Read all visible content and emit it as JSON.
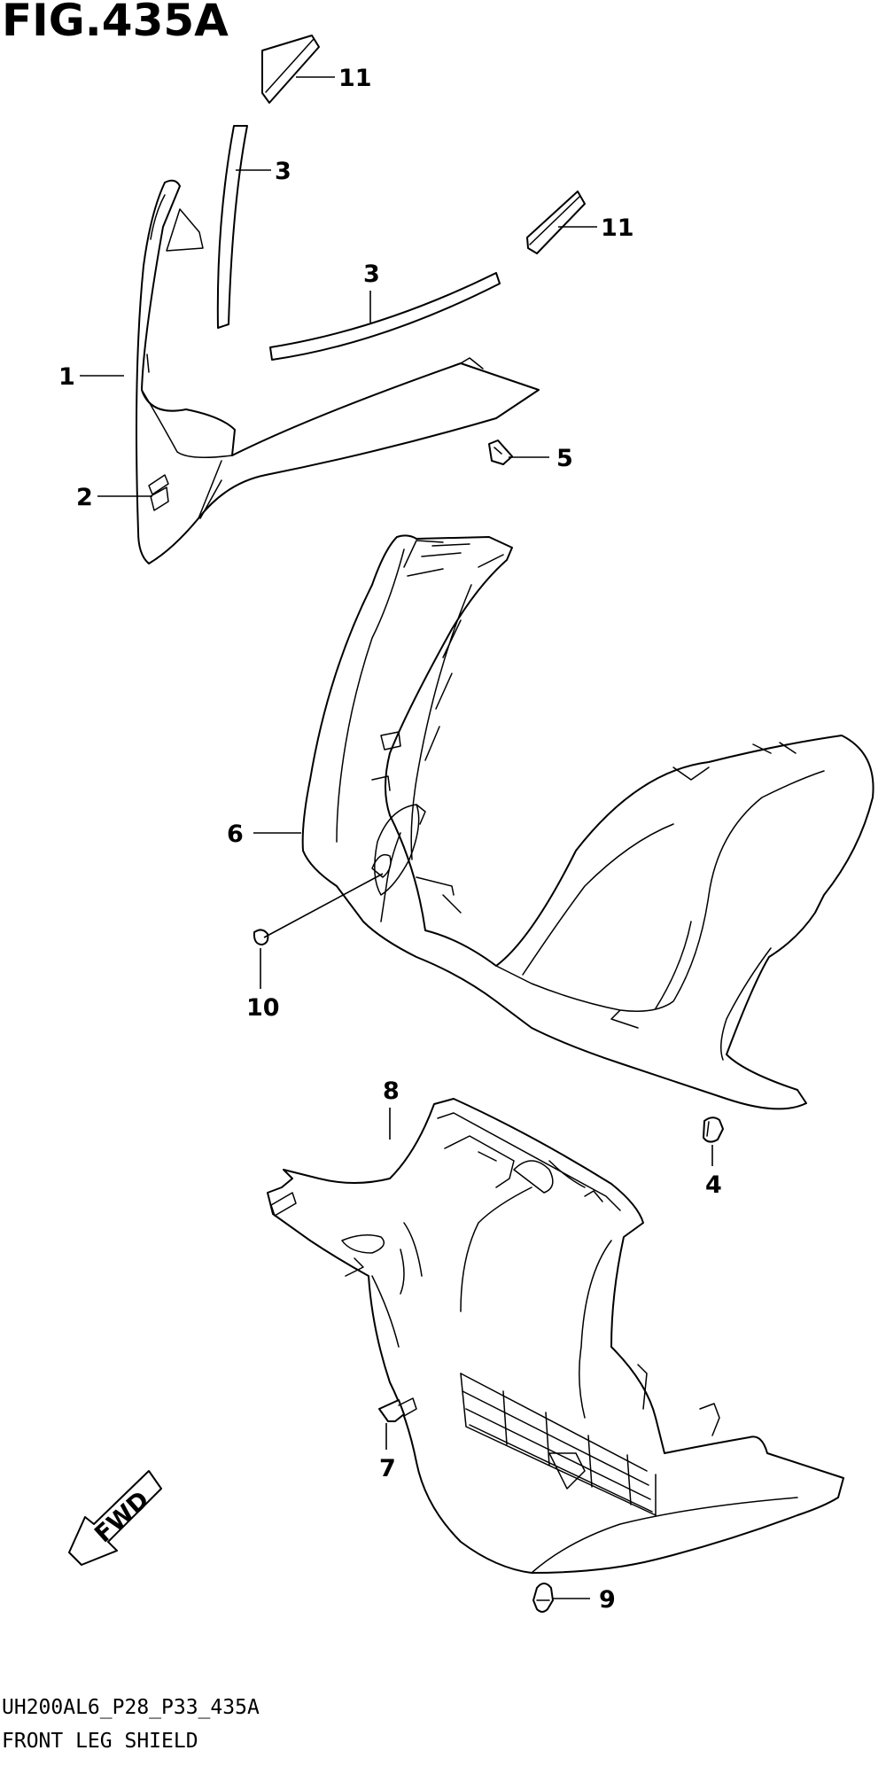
{
  "figure": {
    "title": "FIG.435A"
  },
  "footer": {
    "code": "UH200AL6_P28_P33_435A",
    "name": "FRONT LEG SHIELD"
  },
  "fwd_arrow": {
    "label": "FWD"
  },
  "callouts": [
    {
      "id": "c11a",
      "label": "11"
    },
    {
      "id": "c3a",
      "label": "3"
    },
    {
      "id": "c11b",
      "label": "11"
    },
    {
      "id": "c3b",
      "label": "3"
    },
    {
      "id": "c1",
      "label": "1"
    },
    {
      "id": "c5",
      "label": "5"
    },
    {
      "id": "c2",
      "label": "2"
    },
    {
      "id": "c6",
      "label": "6"
    },
    {
      "id": "c10",
      "label": "10"
    },
    {
      "id": "c8",
      "label": "8"
    },
    {
      "id": "c4",
      "label": "4"
    },
    {
      "id": "c7",
      "label": "7"
    },
    {
      "id": "c9",
      "label": "9"
    }
  ]
}
